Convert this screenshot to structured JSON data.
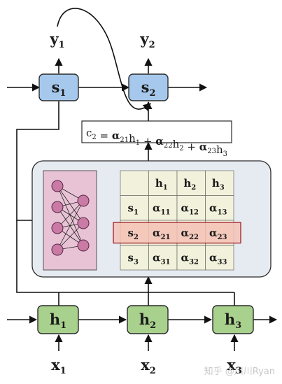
{
  "colors": {
    "decoder_fill": "#a6c8ec",
    "decoder_stroke": "#2b2b2b",
    "encoder_fill": "#a9d18e",
    "attention_panel_fill": "#e6ebf1",
    "network_fill": "#e8c3d5",
    "neuron_fill": "#c97ba6",
    "grid_cell_fill": "#f2f2dc",
    "highlight_fill": "#f4c2b6",
    "highlight_stroke": "#a0202a",
    "line": "#111111"
  },
  "decoder": {
    "s1": {
      "base": "s",
      "sub": "1"
    },
    "s2": {
      "base": "s",
      "sub": "2"
    },
    "y1": {
      "base": "y",
      "sub": "1"
    },
    "y2": {
      "base": "y",
      "sub": "2"
    }
  },
  "context": {
    "formula": [
      {
        "t": "c",
        "bold": false,
        "sub": "2"
      },
      {
        "t": " = ",
        "bold": false
      },
      {
        "t": "α",
        "bold": true,
        "sub": "21"
      },
      {
        "t": "h",
        "bold": false,
        "sub": "1"
      },
      {
        "t": " + ",
        "bold": false
      },
      {
        "t": "α",
        "bold": true,
        "sub": "22"
      },
      {
        "t": "h",
        "bold": false,
        "sub": "2"
      },
      {
        "t": " + ",
        "bold": false
      },
      {
        "t": "α",
        "bold": true,
        "sub": "23"
      },
      {
        "t": "h",
        "bold": false,
        "sub": "3"
      }
    ]
  },
  "attention_table": {
    "col_headers": [
      {
        "base": "h",
        "sub": "1"
      },
      {
        "base": "h",
        "sub": "2"
      },
      {
        "base": "h",
        "sub": "3"
      }
    ],
    "row_headers": [
      {
        "base": "s",
        "sub": "1"
      },
      {
        "base": "s",
        "sub": "2"
      },
      {
        "base": "s",
        "sub": "3"
      }
    ],
    "cells": [
      [
        {
          "base": "α",
          "sub": "11"
        },
        {
          "base": "α",
          "sub": "12"
        },
        {
          "base": "α",
          "sub": "13"
        }
      ],
      [
        {
          "base": "α",
          "sub": "21"
        },
        {
          "base": "α",
          "sub": "22"
        },
        {
          "base": "α",
          "sub": "23"
        }
      ],
      [
        {
          "base": "α",
          "sub": "31"
        },
        {
          "base": "α",
          "sub": "32"
        },
        {
          "base": "α",
          "sub": "33"
        }
      ]
    ],
    "highlight_row": 1
  },
  "encoder": {
    "h1": {
      "base": "h",
      "sub": "1"
    },
    "h2": {
      "base": "h",
      "sub": "2"
    },
    "h3": {
      "base": "h",
      "sub": "3"
    },
    "x1": {
      "base": "x",
      "sub": "1"
    },
    "x2": {
      "base": "x",
      "sub": "2"
    },
    "x3": {
      "base": "x",
      "sub": "3"
    }
  },
  "watermark": {
    "text": "知乎 @川川Ryan"
  }
}
